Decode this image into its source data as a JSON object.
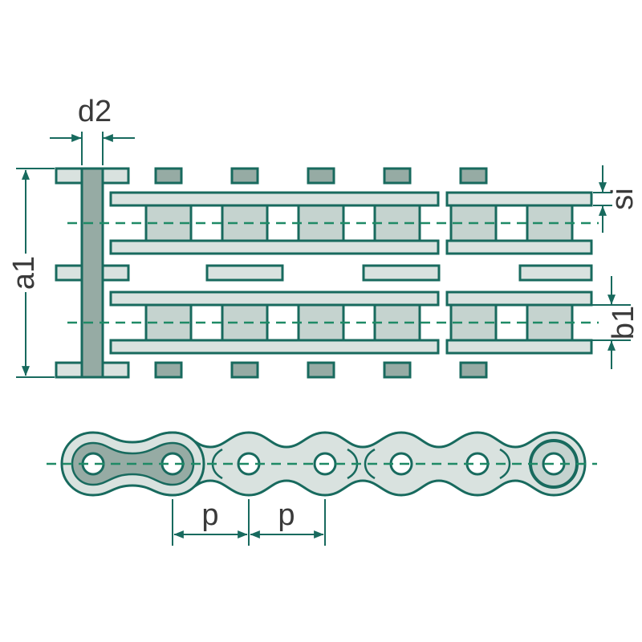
{
  "labels": {
    "pin_diameter": "d2",
    "overall_width": "a1",
    "plate_thickness": "si",
    "inner_width": "b1",
    "pitch_left": "p",
    "pitch_right": "p"
  },
  "colors": {
    "line": "#186a5e",
    "dash": "#1f8a66",
    "plate_fill": "#d9e2df",
    "roller_fill": "#c5d3cf",
    "pin_fill": "#96aba4",
    "label_color": "#3a3a3a",
    "background": "#ffffff"
  }
}
